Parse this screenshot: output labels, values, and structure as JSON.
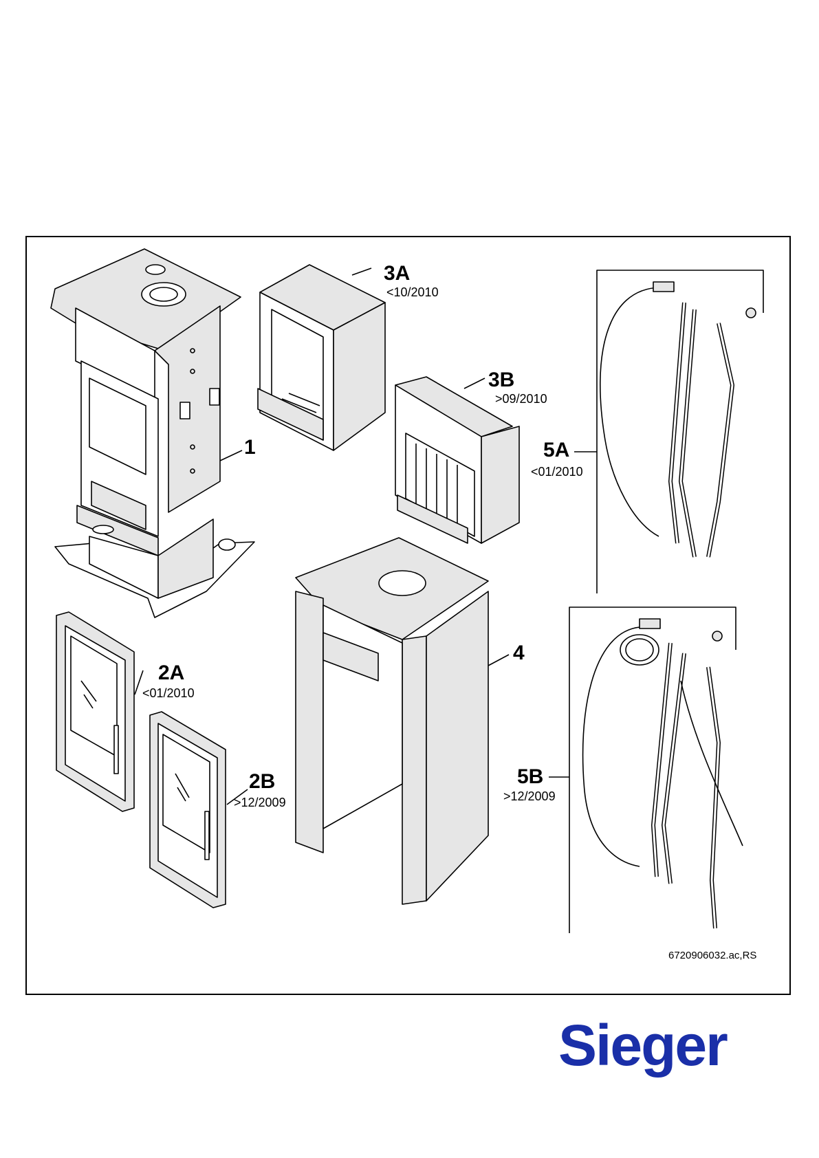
{
  "colors": {
    "brand": "#1a2fa8",
    "line": "#000000",
    "fill_light": "#e6e6e6",
    "fill_white": "#ffffff"
  },
  "parts": {
    "p1": {
      "label": "1",
      "date": ""
    },
    "p2A": {
      "label": "2A",
      "date": "<01/2010"
    },
    "p2B": {
      "label": "2B",
      "date": ">12/2009"
    },
    "p3A": {
      "label": "3A",
      "date": "<10/2010"
    },
    "p3B": {
      "label": "3B",
      "date": ">09/2010"
    },
    "p4": {
      "label": "4",
      "date": ""
    },
    "p5A": {
      "label": "5A",
      "date": "<01/2010"
    },
    "p5B": {
      "label": "5B",
      "date": ">12/2009"
    }
  },
  "drawing_ref": "6720906032.ac,RS",
  "logo": {
    "text": "Sieger",
    "icon": "sieger-logo"
  }
}
